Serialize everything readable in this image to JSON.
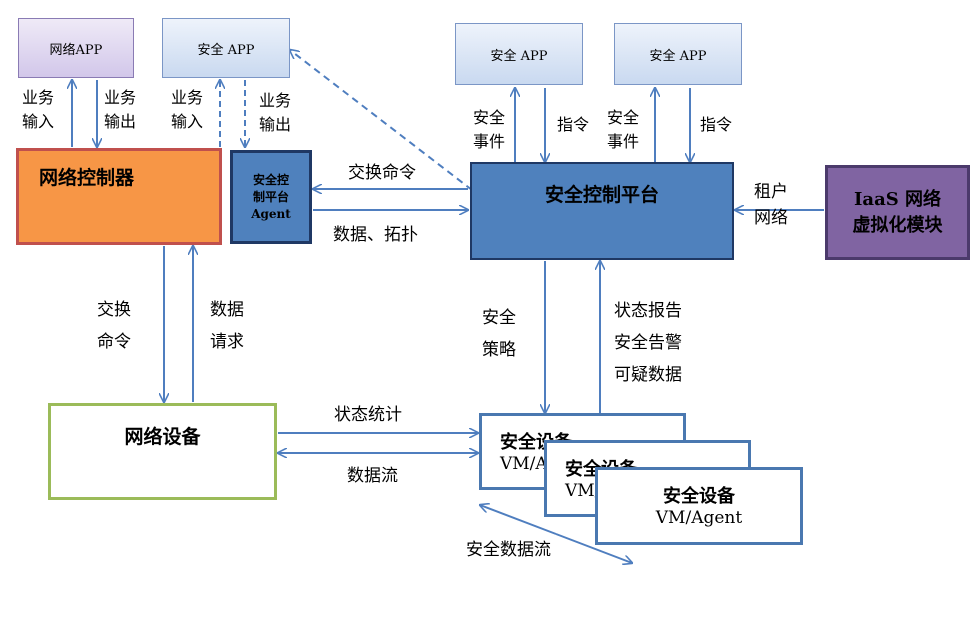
{
  "apps": {
    "net_app": "网络APP",
    "sec_app_left": "安全 APP",
    "sec_app_mid": "安全 APP",
    "sec_app_right": "安全 APP"
  },
  "boxes": {
    "network_controller": "网络控制器",
    "agent_line1": "安全控",
    "agent_line2": "制平台",
    "agent_line3": "Agent",
    "security_platform": "安全控制平台",
    "iaas_line1": "IaaS 网络",
    "iaas_line2": "虚拟化模块",
    "network_device": "网络设备"
  },
  "security_devices": [
    {
      "title": "安全设备",
      "subtitle": "VM/Agent"
    },
    {
      "title": "安全设备",
      "subtitle": "VM/Agent"
    },
    {
      "title": "安全设备",
      "subtitle": "VM/Agent"
    }
  ],
  "labels": {
    "biz_input_1a": "业务",
    "biz_input_1b": "输入",
    "biz_output_1a": "业务",
    "biz_output_1b": "输出",
    "biz_input_2a": "业务",
    "biz_input_2b": "输入",
    "biz_output_2a": "业务",
    "biz_output_2b": "输出",
    "sec_event_1a": "安全",
    "sec_event_1b": "事件",
    "cmd_1": "指令",
    "sec_event_2a": "安全",
    "sec_event_2b": "事件",
    "cmd_2": "指令",
    "exchange_cmd": "交换命令",
    "data_topology": "数据、拓扑",
    "tenant_net_a": "租户",
    "tenant_net_b": "网络",
    "exchange_cmd_v_a": "交换",
    "exchange_cmd_v_b": "命令",
    "data_req_a": "数据",
    "data_req_b": "请求",
    "sec_policy_a": "安全",
    "sec_policy_b": "策略",
    "status_report": "状态报告",
    "sec_alert": "安全告警",
    "suspicious_data": "可疑数据",
    "status_stats": "状态统计",
    "data_flow": "数据流",
    "sec_data_flow": "安全数据流"
  },
  "colors": {
    "arrow": "#4f7ebf",
    "net_controller_fill": "#f79646",
    "net_controller_border": "#c0504d",
    "platform_fill": "#4f81bd",
    "platform_border": "#1f3864",
    "iaas_fill": "#8064a2",
    "iaas_border": "#4b3a6b",
    "net_device_border": "#9bbb59",
    "sec_device_border": "#4a78b0"
  }
}
